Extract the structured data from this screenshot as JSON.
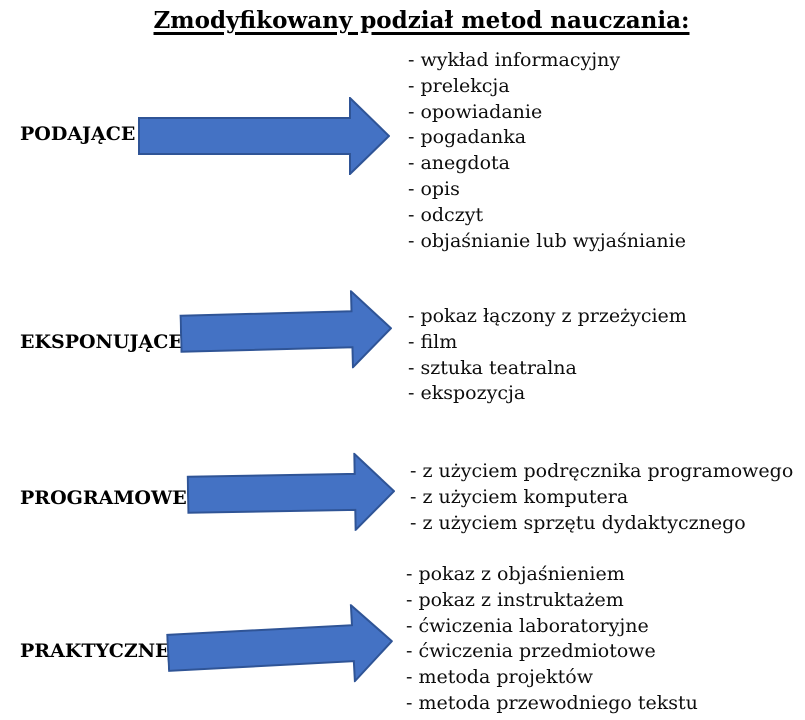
{
  "title": "Zmodyfikowany podział metod nauczania:",
  "colors": {
    "arrow_fill": "#4472C4",
    "arrow_border": "#2F5496",
    "text": "#000000",
    "background": "#ffffff"
  },
  "sections": [
    {
      "label": "PODAJĄCE",
      "items": [
        "- wykład informacyjny",
        "- prelekcja",
        "- opowiadanie",
        "- pogadanka",
        "- anegdota",
        "- opis",
        "- odczyt",
        "- objaśnianie lub wyjaśnianie"
      ]
    },
    {
      "label": "EKSPONUJĄCE",
      "items": [
        "- pokaz łączony z przeżyciem",
        "- film",
        "- sztuka teatralna",
        "- ekspozycja"
      ]
    },
    {
      "label": "PROGRAMOWE",
      "items": [
        "- z użyciem podręcznika programowego",
        "- z użyciem komputera",
        "- z użyciem sprzętu dydaktycznego"
      ]
    },
    {
      "label": "PRAKTYCZNE",
      "items": [
        "- pokaz z objaśnieniem",
        "- pokaz z instruktażem",
        "- ćwiczenia laboratoryjne",
        "- ćwiczenia przedmiotowe",
        "- metoda projektów",
        "- metoda przewodniego tekstu"
      ]
    }
  ]
}
